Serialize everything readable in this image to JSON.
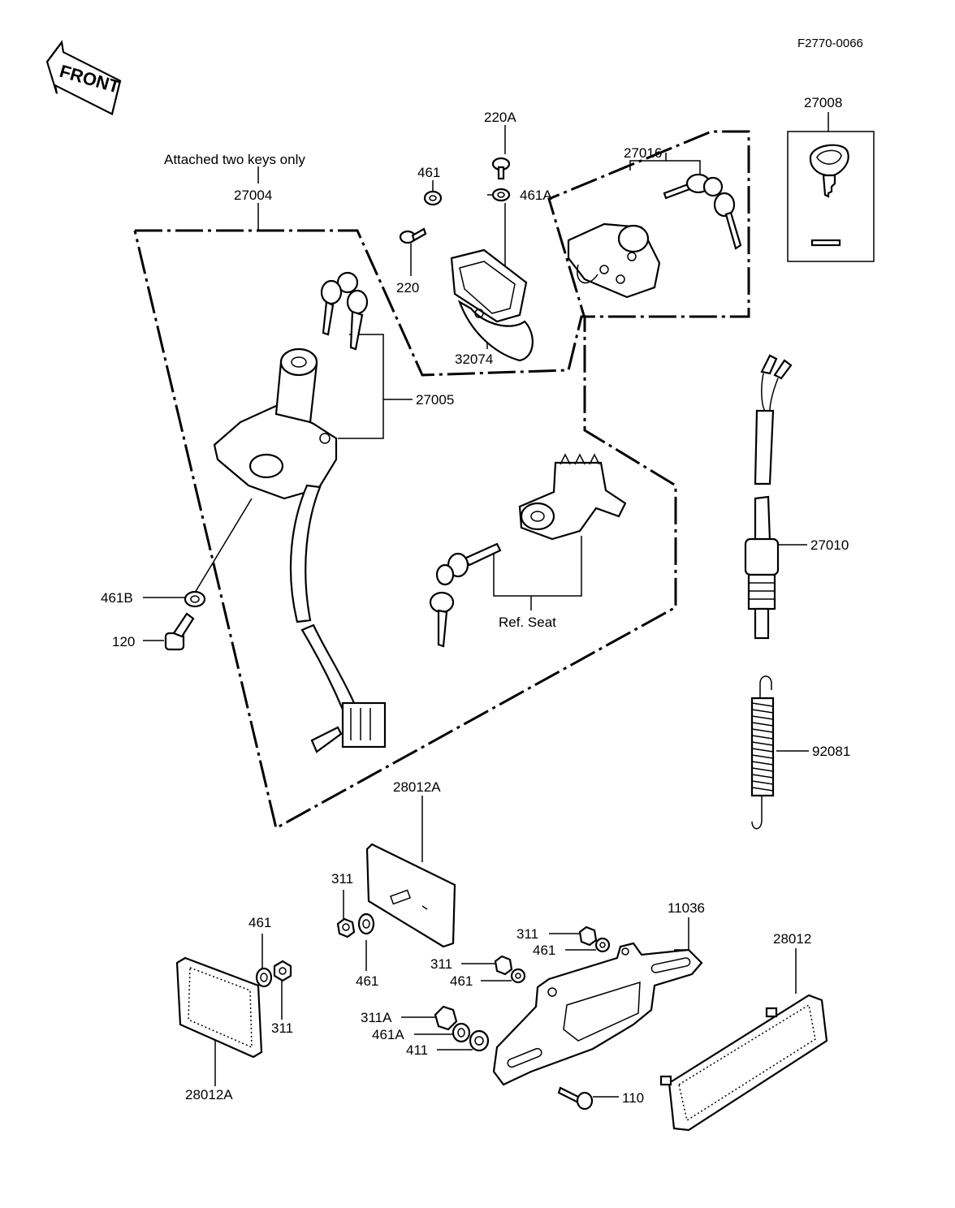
{
  "drawing_code": "F2770-0066",
  "front_label": "FRONT",
  "notes": {
    "attached_keys": "Attached two keys only",
    "ref_seat": "Ref. Seat"
  },
  "parts": {
    "p27004": "27004",
    "p27005": "27005",
    "p220A": "220A",
    "p461_top": "461",
    "p461A_top": "461A",
    "p220": "220",
    "p32074": "32074",
    "p27016": "27016",
    "p27008": "27008",
    "p27010": "27010",
    "p92081": "92081",
    "p461B": "461B",
    "p120": "120",
    "p28012A_top": "28012A",
    "p311_a": "311",
    "p461_a": "461",
    "p461_left": "461",
    "p311_left": "311",
    "p28012A_bottom": "28012A",
    "p11036": "11036",
    "p311_b": "311",
    "p461_b": "461",
    "p311_c": "311",
    "p461_c": "461",
    "p311A": "311A",
    "p461A_bottom": "461A",
    "p411": "411",
    "p110": "110",
    "p28012": "28012"
  }
}
